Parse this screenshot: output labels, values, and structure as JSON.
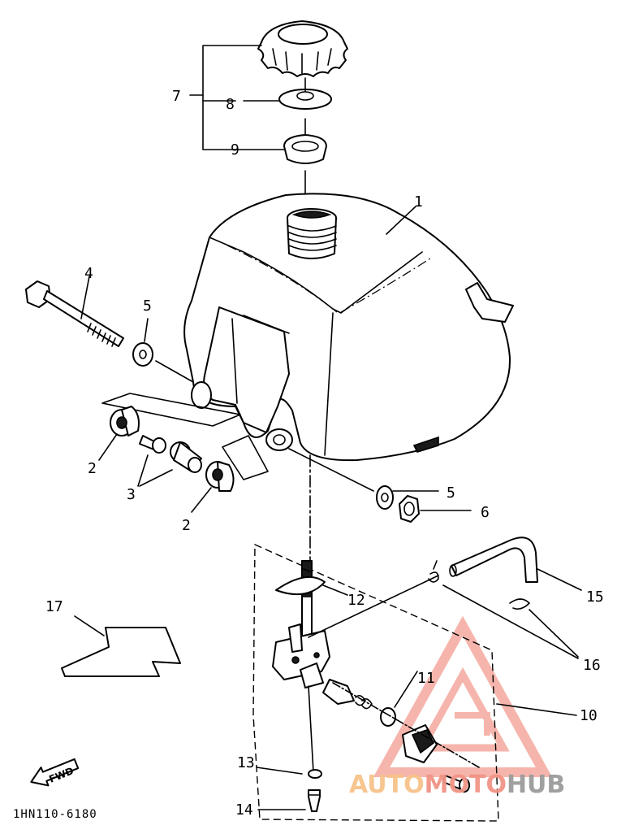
{
  "callouts": {
    "c1": "1",
    "c2a": "2",
    "c2b": "2",
    "c3": "3",
    "c4": "4",
    "c5a": "5",
    "c5b": "5",
    "c6": "6",
    "c7": "7",
    "c8": "8",
    "c9": "9",
    "c10": "10",
    "c11": "11",
    "c12": "12",
    "c13": "13",
    "c14": "14",
    "c15": "15",
    "c16": "16",
    "c17": "17"
  },
  "diagram_code": "1HN110-6180",
  "fwd_label": "FWD",
  "watermark": {
    "part1": "AUTO",
    "part2": "MOTO",
    "part3": "HUB"
  },
  "colors": {
    "line": "#000000",
    "watermark_orange": "#f7c28a",
    "watermark_red": "#f19486",
    "watermark_gray": "#9b9b9b"
  }
}
